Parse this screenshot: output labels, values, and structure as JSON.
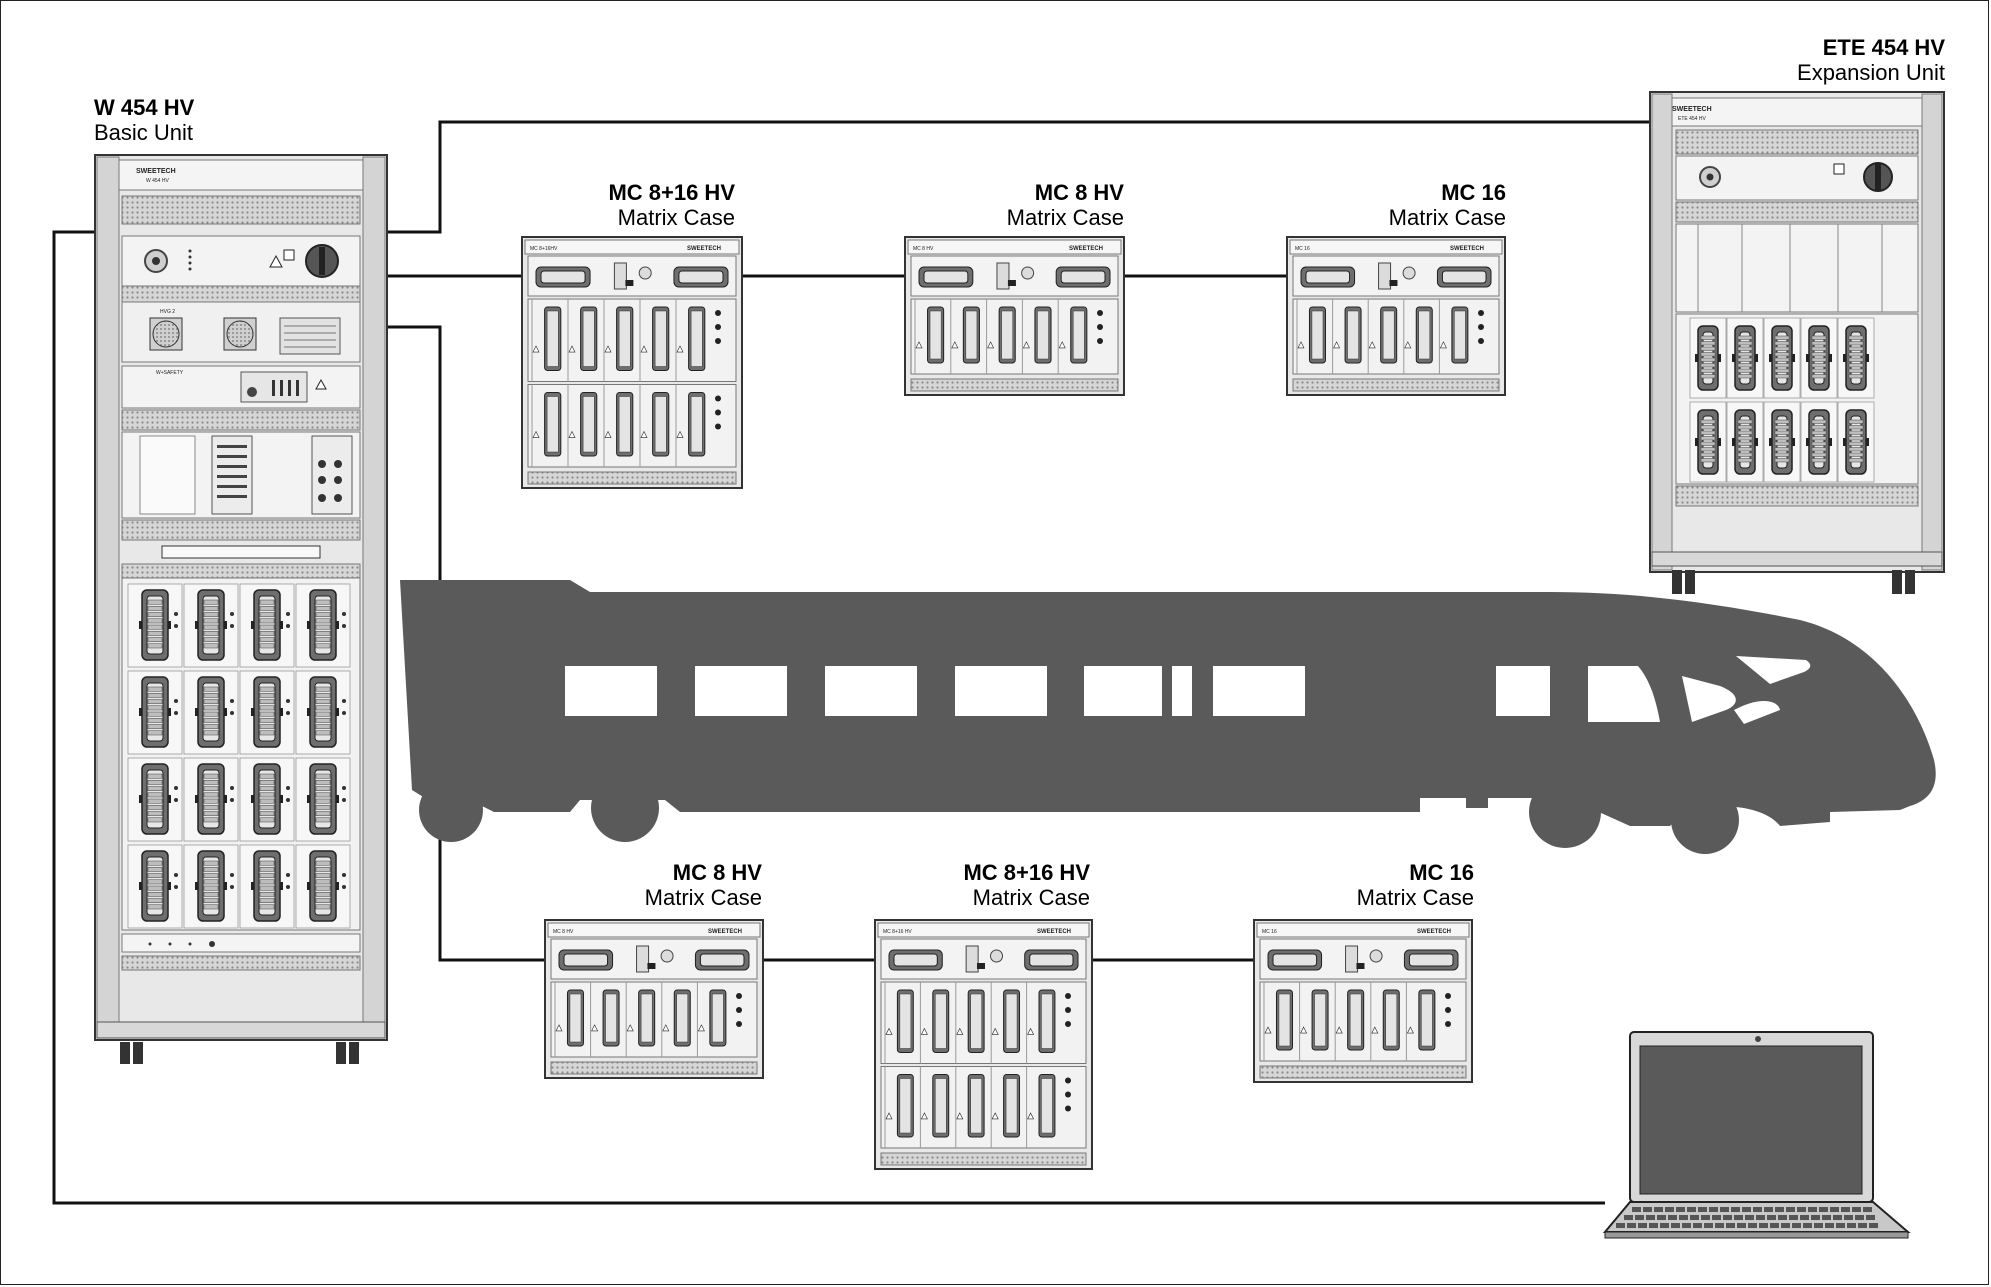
{
  "basic_unit": {
    "title": "W 454 HV",
    "subtitle": "Basic Unit",
    "brand": "SWEETECH",
    "model_plate": "W 454 HV",
    "panel_tags": [
      "HVG 2",
      "W+SAFETY"
    ]
  },
  "expansion_unit": {
    "title": "ETE 454 HV",
    "subtitle": "Expansion Unit",
    "brand": "SWEETECH",
    "model_plate": "ETE 454 HV"
  },
  "top_cases": [
    {
      "title": "MC 8+16 HV",
      "subtitle": "Matrix Case",
      "plate": "MC 8+16HV",
      "brand": "SWEETECH"
    },
    {
      "title": "MC 8 HV",
      "subtitle": "Matrix Case",
      "plate": "MC 8 HV",
      "brand": "SWEETECH"
    },
    {
      "title": "MC 16",
      "subtitle": "Matrix Case",
      "plate": "MC 16",
      "brand": "SWEETECH"
    }
  ],
  "bottom_cases": [
    {
      "title": "MC 8 HV",
      "subtitle": "Matrix Case",
      "plate": "MC 8 HV",
      "brand": "SWEETECH"
    },
    {
      "title": "MC 8+16 HV",
      "subtitle": "Matrix Case",
      "plate": "MC 8+16 HV",
      "brand": "SWEETECH"
    },
    {
      "title": "MC 16",
      "subtitle": "Matrix Case",
      "plate": "MC 16",
      "brand": "SWEETECH"
    }
  ],
  "colors": {
    "train": "#5a5a5a",
    "cabinet_body": "#e6e6e6",
    "panel": "#f2f2f2",
    "line": "#111111",
    "connector": "#6a6a6a"
  }
}
